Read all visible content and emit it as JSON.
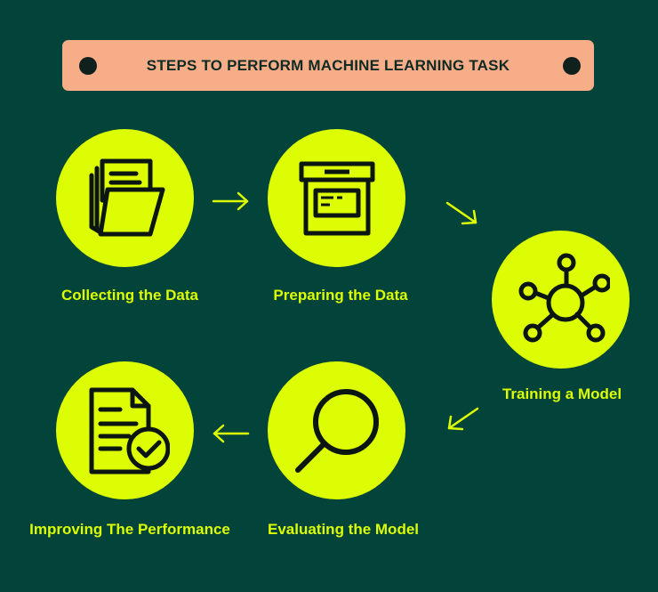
{
  "title": "STEPS TO PERFORM MACHINE LEARNING TASK",
  "steps": [
    {
      "label": "Collecting the Data",
      "icon": "folder-documents-icon"
    },
    {
      "label": "Preparing the Data",
      "icon": "archive-box-icon"
    },
    {
      "label": "Training a Model",
      "icon": "network-hub-icon"
    },
    {
      "label": "Evaluating the Model",
      "icon": "magnifier-icon"
    },
    {
      "label": "Improving The Performance",
      "icon": "document-check-icon"
    }
  ],
  "colors": {
    "background": "#02433a",
    "accent": "#dcfd03",
    "banner": "#f7ae88",
    "ink": "#0b1512"
  }
}
